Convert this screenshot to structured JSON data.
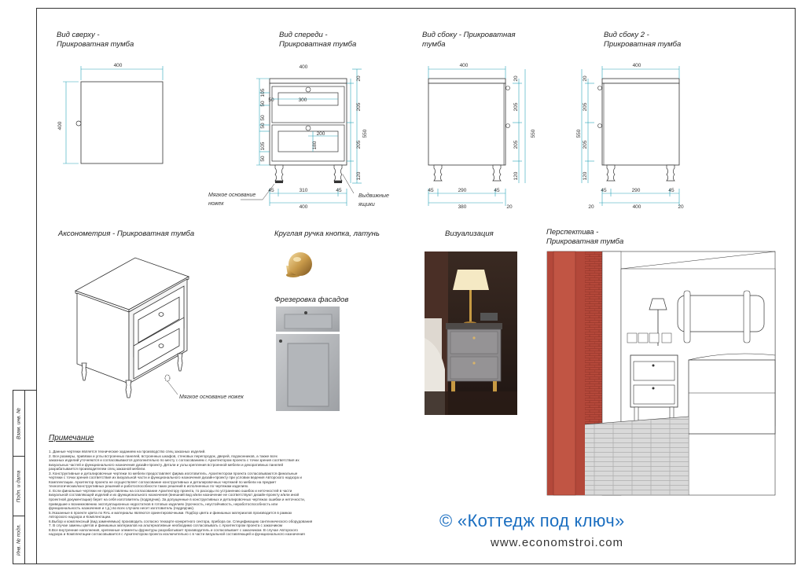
{
  "views": {
    "top": "Вид сверху -\nПрикроватная тумба",
    "front": "Вид спереди -\nПрикроватная тумба",
    "side": "Вид сбоку - Прикроватная\nтумба",
    "side2": "Вид сбоку 2 -\nПрикроватная тумба",
    "axon": "Аксонометрия - Прикроватная тумба",
    "handle": "Круглая ручка кнопка, латунь",
    "viz": "Визуализация",
    "persp": "Перспектива -\nПрикроватная тумба",
    "milling": "Фрезеровка фасадов"
  },
  "callouts": {
    "soft_base": "Мягкое основание\nножек",
    "drawers": "Выдвижные\nящики",
    "soft_base_axon": "Мягкое основание ножек"
  },
  "dims": {
    "top_w": "400",
    "top_h": "400",
    "f_top": "400",
    "f_inner": "300",
    "f_drawer2": "200",
    "f_side50a": "50",
    "f_side50b": "50",
    "f_50a": "50",
    "f_50b": "50",
    "f_50c": "50",
    "f_105a": "105",
    "f_105b": "105",
    "f_20": "20",
    "f_205a": "205",
    "f_205b": "205",
    "f_120": "120",
    "f_550": "550",
    "f_180": "180",
    "f_45a": "45",
    "f_310": "310",
    "f_45b": "45",
    "f_400b": "400",
    "s_top": "400",
    "s_20": "20",
    "s_205a": "205",
    "s_205b": "205",
    "s_120": "120",
    "s_550": "550",
    "s_45a": "45",
    "s_290": "290",
    "s_45b": "45",
    "s_380": "380",
    "s_20b": "20",
    "s2_top": "400",
    "s2_20": "20",
    "s2_205a": "205",
    "s2_205b": "205",
    "s2_120": "120",
    "s2_550": "550",
    "s2_45": "45",
    "s2_290": "290",
    "s2_45b": "45",
    "s2_20a": "20",
    "s2_400": "400",
    "s2_20b": "20"
  },
  "side_strip": [
    "Инв. № подл.",
    "Подп. и дата",
    "Взам. инв. №"
  ],
  "notes_title": "Примечание",
  "notes": [
    "1. Данные чертежи является технические заданием на производство спец заказных изделий.",
    "2. Все размеры, привязки и углы встроенных панелей, встроенных шкафов, стеновых перегородок, дверей, подоконников, а также всех",
    "заказных изделий уточняются и согласовываются дополнительно по месту с согласованием с Архитектором проекта с точки зрения соответствия их",
    "визуальных частей и функционального назначения дизайн-проекту. Детали и узлы крепления встроенной мебели и декоративных панелей",
    "разрабатывается производителем спец заказной мебели.",
    "3. Конструктивные и деталировочные чертежи по мебели предоставляет фирма изготовитель. Архитектором проекта согласовываются финальные",
    "чертежи с точки зрения соответствия их визуальной части и функционального назначения дизайн-проекту при условии ведения Авторского надзора и",
    "Комплектации. Архитектор проекта не осуществляет согласование конструктивных и деталировочных чертежей по мебели на предмет",
    "технологических/конструктивных решений и работоспособности таких решений в исполненных по чертежам изделиях.",
    "4. Если финальные чертежи не предоставлены на согласование Архитектору проекта, то расходы по устранению ошибок и неточностей в части",
    "визуальной составляющей изделий и их функционального назначения (внешний вид и/или назначение не соответствуют дизайн-проекту и/или иной",
    "проектной документации) берет на себя изготовитель (подрядчик). За допущенные в конструктивных и деталировочных чертежах ошибки и неточности,",
    "приведшие к возникновению эксплуатационных недостатков в готовых изделиях (прочность, неустойчивость, неработоспособность или",
    "функциональность назначения и т.д.) во всех случаях несет изготовитель (подрядчик).",
    "5.Указанные в проекте цвета по RAL и материалы являются ориентировочными. Подбор цвета и финишных материалов производится в рамках",
    "Авторского надзора и Комплектации.",
    "6.Выбор и комплексный (вид заменяемых) производить согласно техкарте конкретного сектора, прибора см. Спецификацию сантехнического оборудования",
    "7. В случае замены цветов и финишных материалов на альтернативные необходимо согласовывать с Архитектором проекта с заказчиком",
    "8.Все внутренние наполнения, крепежные элементы фурнитуры разрабатывает производитель и согласовывает с заказчиком. В случае Авторского",
    "надзора и Комплектации согласовывается с Архитектором проекта исключительно с в части визуальной составляющей и функционального назначения"
  ],
  "brand": "© «Коттедж под ключ»",
  "site": "www.economstroi.com"
}
